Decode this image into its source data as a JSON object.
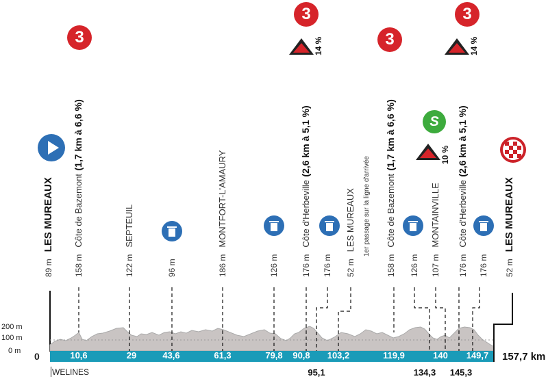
{
  "profile": {
    "total_distance": "157,7 km",
    "start_km": "0",
    "y_axis": [
      "200 m",
      "100 m",
      "0 m"
    ],
    "colors": {
      "bar": "#1a9bb8",
      "kom": "#d6242a",
      "sprint": "#3dab3d",
      "feed": "#2d6fb5"
    }
  },
  "points": [
    {
      "altitude": "89 m",
      "place": "LES MUREAUX",
      "km": ""
    },
    {
      "altitude": "158 m",
      "place": "Côte de Bazemont",
      "climb_info": "(1,7 km à 6,6 %)",
      "km": "10,6",
      "category": "3"
    },
    {
      "altitude": "122 m",
      "place": "SEPTEUIL",
      "km": "29"
    },
    {
      "altitude": "96 m",
      "place": "",
      "km": "43,6"
    },
    {
      "altitude": "186 m",
      "place": "MONTFORT-L'AMAURY",
      "km": "61,3"
    },
    {
      "altitude": "126 m",
      "place": "",
      "km": "79,8"
    },
    {
      "altitude": "176 m",
      "place": "Côte d'Herbeville",
      "climb_info": "(2,6 km à 5,1 %)",
      "km": "90,8",
      "category": "3",
      "steep": "14 %"
    },
    {
      "altitude": "176 m",
      "place": "",
      "km": "95,1"
    },
    {
      "altitude": "52 m",
      "place": "LES MUREAUX",
      "note": "1er passage sur la ligne d'arrivée",
      "km": "103,2"
    },
    {
      "altitude": "158 m",
      "place": "Côte de Bazemont",
      "climb_info": "(1,7 km à 6,6 %)",
      "km": "119,9",
      "category": "3"
    },
    {
      "altitude": "126 m",
      "place": "",
      "km": "134,3"
    },
    {
      "altitude": "107 m",
      "place": "MONTAINVILLE",
      "km": "140",
      "steep": "10 %"
    },
    {
      "altitude": "176 m",
      "place": "Côte d'Herbeville",
      "climb_info": "(2,6 km à 5,1 %)",
      "km": "145,3",
      "category": "3",
      "steep": "14 %"
    },
    {
      "altitude": "176 m",
      "place": "",
      "km": "149,7"
    },
    {
      "altitude": "52 m",
      "place": "LES MUREAUX",
      "km": "157,7"
    }
  ],
  "sub_labels": {
    "welines": "WELINES"
  },
  "icons": {
    "start": "play-icon",
    "finish": "checkered-flag-icon",
    "kom": "mountain-category-badge",
    "sprint": "sprint-icon",
    "feed": "trash-bin-icon",
    "steep": "warning-triangle-icon"
  },
  "badges": {
    "kom": "3",
    "sprint": "S"
  }
}
